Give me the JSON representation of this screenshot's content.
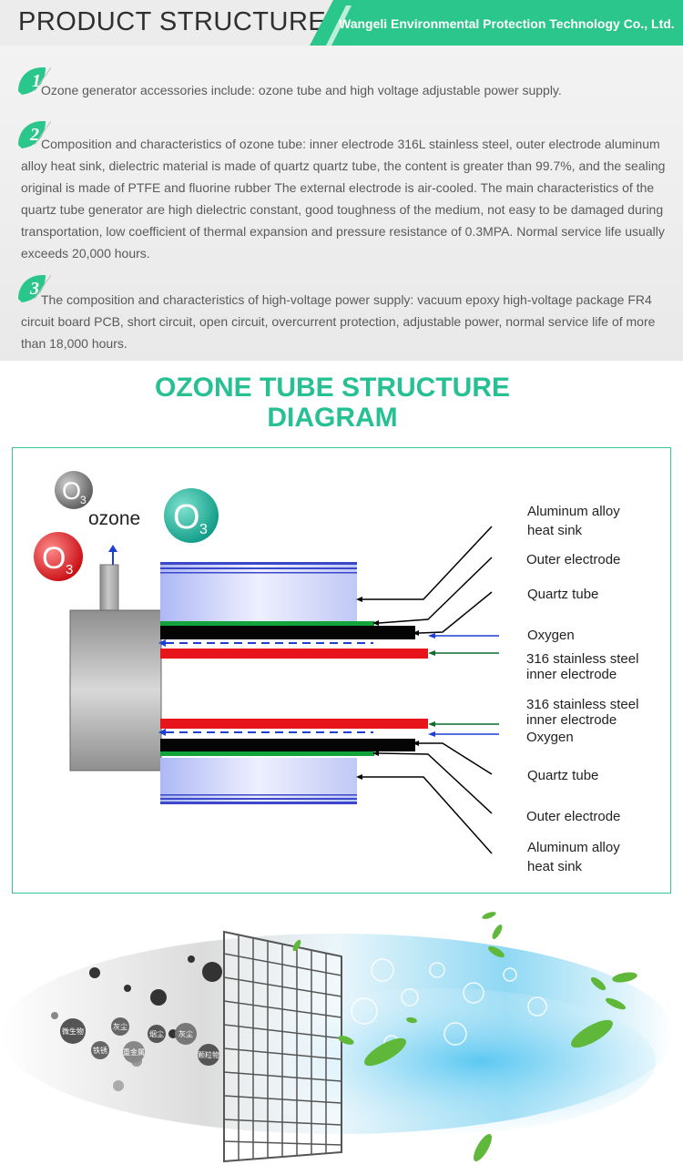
{
  "header": {
    "title": "PRODUCT STRUCTURE",
    "company": "Wangeli Environmental Protection Technology Co., Ltd."
  },
  "points": [
    {
      "number": "1",
      "text": "Ozone generator accessories include: ozone tube and high voltage adjustable power supply."
    },
    {
      "number": "2",
      "text": "Composition and characteristics of ozone tube: inner electrode 316L stainless steel, outer electrode aluminum alloy heat sink, dielectric material is made of quartz quartz tube, the content is greater than 99.7%, and the sealing original is made of PTFE and fluorine rubber The external electrode is air-cooled. The main characteristics of the quartz tube generator are high dielectric constant, good toughness of the medium, not easy to be damaged during transportation, low coefficient of thermal expansion and pressure resistance of 0.3MPA. Normal service life usually exceeds 20,000 hours."
    },
    {
      "number": "3",
      "text": "The composition and characteristics of high-voltage power supply: vacuum epoxy high-voltage package FR4 circuit board PCB, short circuit, open circuit, overcurrent protection, adjustable power, normal service life of more than 18,000 hours."
    }
  ],
  "diagram": {
    "title_line1": "OZONE TUBE STRUCTURE",
    "title_line2": "DIAGRAM",
    "ozone_label": "ozone",
    "o3_main": "O",
    "o3_sub": "3",
    "labels_top": [
      {
        "line1": "Aluminum alloy",
        "line2": "heat sink"
      },
      {
        "line1": "Outer electrode"
      },
      {
        "line1": "Quartz tube"
      },
      {
        "line1": "Oxygen"
      },
      {
        "line1": "316 stainless steel",
        "line2": "inner electrode"
      }
    ],
    "labels_bottom": [
      {
        "line1": "316 stainless steel",
        "line2": "inner electrode"
      },
      {
        "line1": "Oxygen"
      },
      {
        "line1": "Quartz tube"
      },
      {
        "line1": "Outer electrode"
      },
      {
        "line1": "Aluminum alloy",
        "line2": "heat sink"
      }
    ]
  },
  "filter_particles": [
    "微生物",
    "灰尘",
    "烟尘",
    "灰尘",
    "铁锈",
    "重金属",
    "颗粒物"
  ],
  "colors": {
    "accent_green": "#27c093",
    "header_bg": "#ececec",
    "red_electrode": "#e8141c",
    "green_line": "#12a33b",
    "heat_sink_blue": "#4f5fd6"
  }
}
